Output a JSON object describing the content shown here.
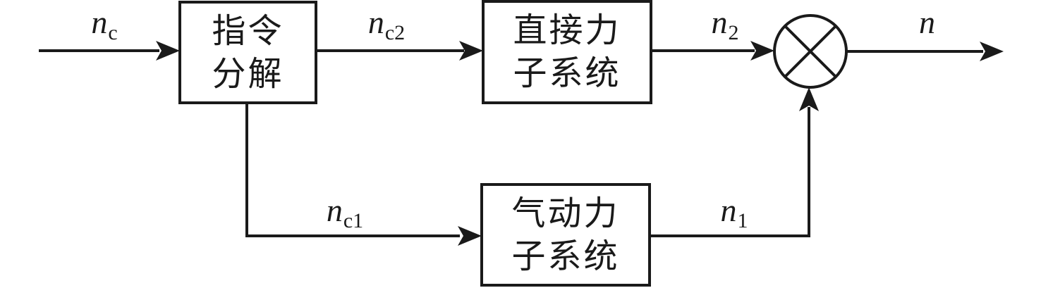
{
  "diagram": {
    "background_color": "#ffffff",
    "line_color": "#1a1a1a",
    "blocks": [
      {
        "name": "command-decomposition",
        "lines": [
          "指令",
          "分解"
        ]
      },
      {
        "name": "direct-force-subsystem",
        "lines": [
          "直接力",
          "子系统"
        ]
      },
      {
        "name": "aerodynamic-force-subsystem",
        "lines": [
          "气动力",
          "子系统"
        ]
      }
    ],
    "signals": {
      "input": {
        "base": "n",
        "sub": "c"
      },
      "direct_command": {
        "base": "n",
        "sub": "c2"
      },
      "direct_output": {
        "base": "n",
        "sub": "2"
      },
      "aero_command": {
        "base": "n",
        "sub": "c1"
      },
      "aero_output": {
        "base": "n",
        "sub": "1"
      },
      "output": {
        "base": "n",
        "sub": ""
      }
    },
    "junction": {
      "type": "circle-cross-mixer"
    }
  }
}
